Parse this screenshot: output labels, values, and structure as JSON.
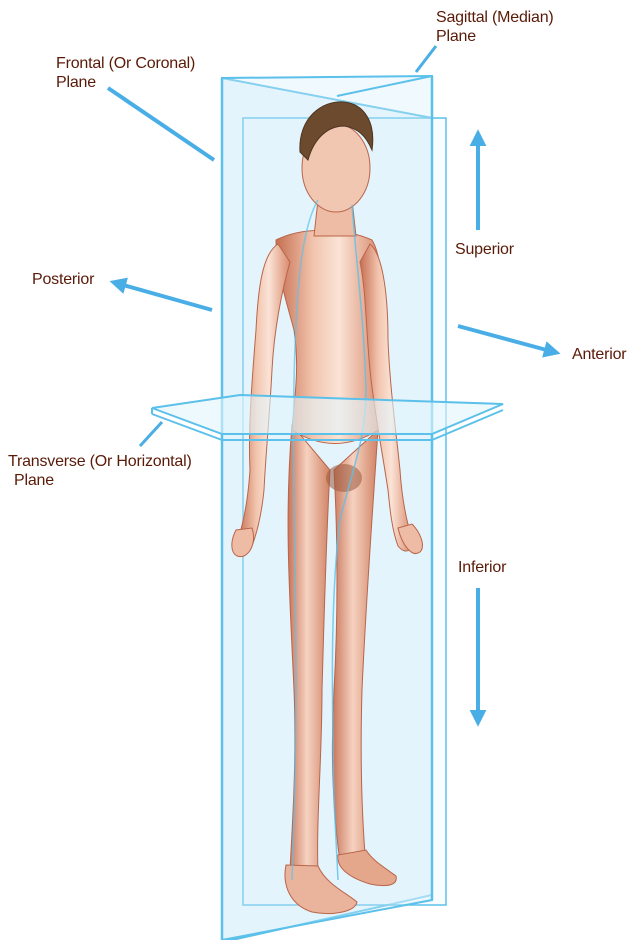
{
  "labels": {
    "sagittal": {
      "line1": "Sagittal (Median)",
      "line2": "Plane"
    },
    "frontal": {
      "line1": "Frontal (Or Coronal)",
      "line2": "Plane"
    },
    "transverse": {
      "line1": "Transverse (Or Horizontal)",
      "line2": "Plane"
    },
    "superior": "Superior",
    "inferior": "Inferior",
    "anterior": "Anterior",
    "posterior": "Posterior"
  },
  "colors": {
    "label_text": "#5a1a08",
    "arrow": "#4aaee6",
    "plane_edge": "#5bc0ea",
    "plane_fill": "#dff3fb",
    "skin_light": "#f7d8c8",
    "skin_mid": "#e9a58a",
    "skin_dark": "#c56f52",
    "hair": "#6b4a2e"
  }
}
